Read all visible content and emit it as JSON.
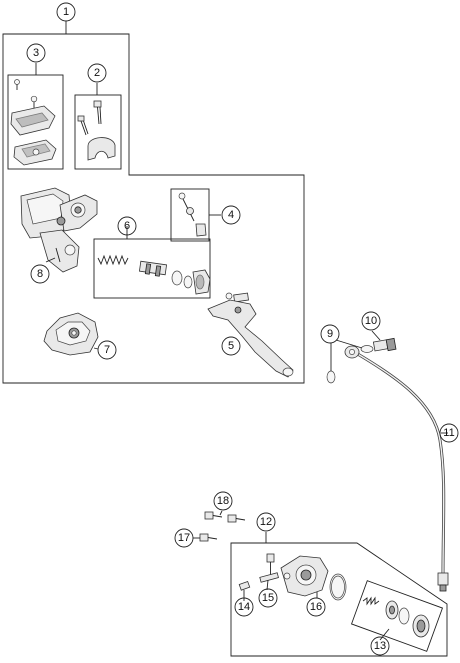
{
  "callouts": [
    {
      "id": "c1",
      "label": "1"
    },
    {
      "id": "c2",
      "label": "2"
    },
    {
      "id": "c3",
      "label": "3"
    },
    {
      "id": "c4",
      "label": "4"
    },
    {
      "id": "c5",
      "label": "5"
    },
    {
      "id": "c6",
      "label": "6"
    },
    {
      "id": "c7",
      "label": "7"
    },
    {
      "id": "c8",
      "label": "8"
    },
    {
      "id": "c9",
      "label": "9"
    },
    {
      "id": "c10",
      "label": "10"
    },
    {
      "id": "c11",
      "label": "11"
    },
    {
      "id": "c12",
      "label": "12"
    },
    {
      "id": "c13",
      "label": "13"
    },
    {
      "id": "c14",
      "label": "14"
    },
    {
      "id": "c15",
      "label": "15"
    },
    {
      "id": "c16",
      "label": "16"
    },
    {
      "id": "c17",
      "label": "17"
    },
    {
      "id": "c18",
      "label": "18"
    }
  ],
  "colors": {
    "line": "#222222",
    "part_fill": "#e9e9e9",
    "part_dark": "#9a9a9a",
    "background": "#ffffff"
  }
}
